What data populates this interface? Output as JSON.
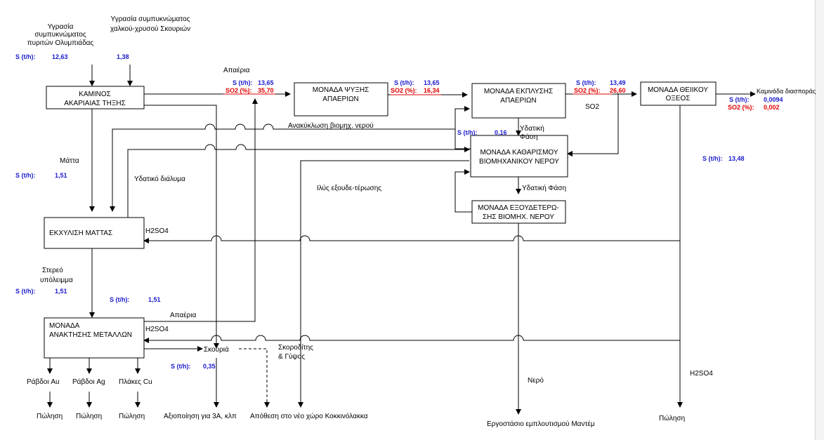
{
  "colors": {
    "flow_blue": "#1a1acd",
    "so2_red": "#e00000",
    "line": "#000000"
  },
  "inputs": {
    "olympiada": {
      "label_l1": "Υγρασία",
      "label_l2": "συμπυκνώματος",
      "label_l3": "πυριτών Ολυμπιάδας",
      "s_label": "S (t/h):",
      "s_value": "12,63"
    },
    "skouries": {
      "label_l1": "Υγρασία συμπυκνώματος",
      "label_l2": "χαλκού-χρυσού Σκουριών",
      "s_value": "1,38"
    }
  },
  "boxes": {
    "furnace": {
      "l1": "ΚΑΜΙΝΟΣ",
      "l2": "ΑΚΑΡΙΑΙΑΣ ΤΗΞΗΣ"
    },
    "cooling": {
      "l1": "ΜΟΝΑΔΑ ΨΥΞΗΣ",
      "l2": "ΑΠΑΕΡΙΩΝ"
    },
    "washing": {
      "l1": "ΜΟΝΑΔΑ ΕΚΠΛΥΣΗΣ",
      "l2": "ΑΠΑΕΡΙΩΝ"
    },
    "acid": {
      "l1": "ΜΟΝΑΔΑ ΘΕΙΙΚΟΥ",
      "l2": "ΟΞΕΟΣ"
    },
    "water_clean": {
      "l1": "ΜΟΝΑΔΑ ΚΑΘΑΡΙΣΜΟΥ",
      "l2": "ΒΙΟΜΗΧΑΝΙΚΟΥ ΝΕΡΟΥ"
    },
    "neutral": {
      "l1": "ΜΟΝΑΔΑ ΕΞΟΥΔΕΤΕΡΩ-",
      "l2": "ΣΗΣ ΒΙΟΜΗΧ. ΝΕΡΟΥ"
    },
    "leach": {
      "l1": "ΕΚΧΥΛΙΣΗ ΜΑΤΤΑΣ"
    },
    "recovery": {
      "l1": "ΜΟΝΑΔΑ",
      "l2": "ΑΝΑΚΤΗΣΗΣ ΜΕΤΑΛΛΩΝ"
    }
  },
  "labels": {
    "offgas_top": "Απαέρια",
    "recirc": "Ανακύκλωση βιομηχ. νερού",
    "aqueous_phase": "Υδατική",
    "phase": "Φάση",
    "aqueous_phase2": "Υδατική Φάση",
    "so2": "SO2",
    "matte": "Μάττα",
    "aq_solution": "Υδατικό διάλυμα",
    "sludge": "Ιλύς εξουδε-τέρωσης",
    "h2so4_a": "H2SO4",
    "h2so4_b": "H2SO4",
    "h2so4_c": "H2SO4",
    "solid_l1": "Στερεό",
    "solid_l2": "υπόλειμμα",
    "offgas_low": "Απαέρια",
    "slag": "Σκουριά",
    "scorodite_l1": "Σκοροδίτης",
    "scorodite_l2": "& Γύψος",
    "water": "Νερό",
    "stack": "Καμινάδα διασποράς",
    "au": "Ράβδοι Au",
    "ag": "Ράβδοι Ag",
    "cu": "Πλάκες Cu",
    "sale1": "Πώληση",
    "sale2": "Πώληση",
    "sale3": "Πώληση",
    "sale4": "Πώληση",
    "utilize": "Αξιοποίηση για 3Α, κλπ",
    "disposal": "Απόθεση στο νέο χώρο Κοκκινόλακκα",
    "plant": "Εργοστάσιο εμπλουτισμού Μαντέμ"
  },
  "flows": {
    "s_label": "S (t/h):",
    "so2_label": "SO2 (%):",
    "furnace_out_s": "13,65",
    "furnace_out_so2": "35,70",
    "cool_out_s": "13,65",
    "cool_out_so2": "16,34",
    "wash_out_s": "13,49",
    "wash_out_so2": "26,60",
    "stack_s": "0,0094",
    "stack_so2": "0,002",
    "recirc_s": "0,16",
    "acid_s": "13,48",
    "matte_s": "1,51",
    "solid_s": "1,51",
    "recovery_in_s": "1,51",
    "slag_s": "0,35"
  }
}
